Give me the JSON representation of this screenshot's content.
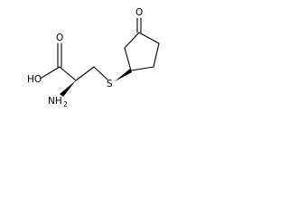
{
  "molecule": {
    "atoms": {
      "carboxyl_oh": "HO",
      "carboxyl_o": "O",
      "amine_n": "NH",
      "amine_sub": "2",
      "thioether_s": "S",
      "ketone_o": "O"
    }
  }
}
